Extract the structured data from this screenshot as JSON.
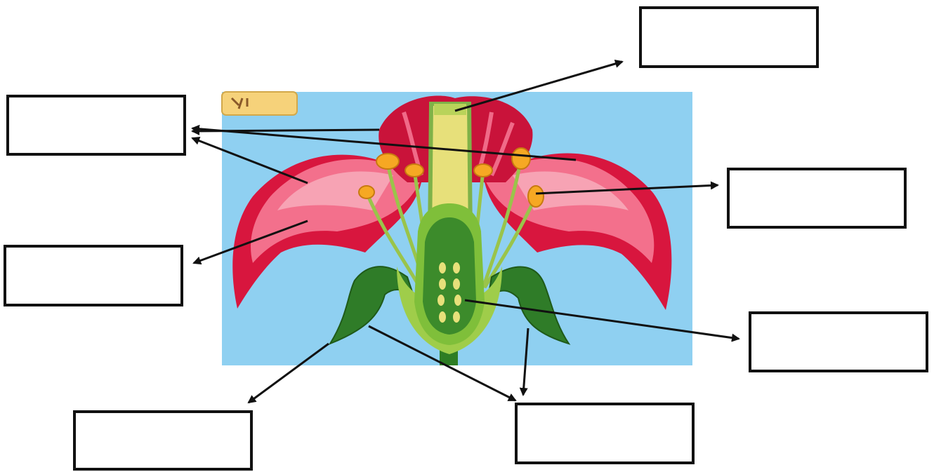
{
  "diagram": {
    "type": "flower-structure-labeling-worksheet",
    "colors": {
      "background": "#8fd0f1",
      "petal_outer": "#d8163e",
      "petal_inner": "#f3708c",
      "petal_light": "#f7a3b4",
      "stem_green": "#3c8b2b",
      "style_yellow": "#e7e07a",
      "anther_orange": "#f6a823",
      "box_border": "#111111",
      "arrow": "#111111"
    },
    "icons": [
      "flower-illustration",
      "arrow-icon"
    ]
  },
  "labels": [
    {
      "id": "stigma-label",
      "text": ""
    },
    {
      "id": "petal-label",
      "text": ""
    },
    {
      "id": "anther-label",
      "text": ""
    },
    {
      "id": "petal-lower-label",
      "text": ""
    },
    {
      "id": "ovary-label",
      "text": ""
    },
    {
      "id": "sepal-left-label",
      "text": ""
    },
    {
      "id": "sepal-right-label",
      "text": ""
    }
  ]
}
